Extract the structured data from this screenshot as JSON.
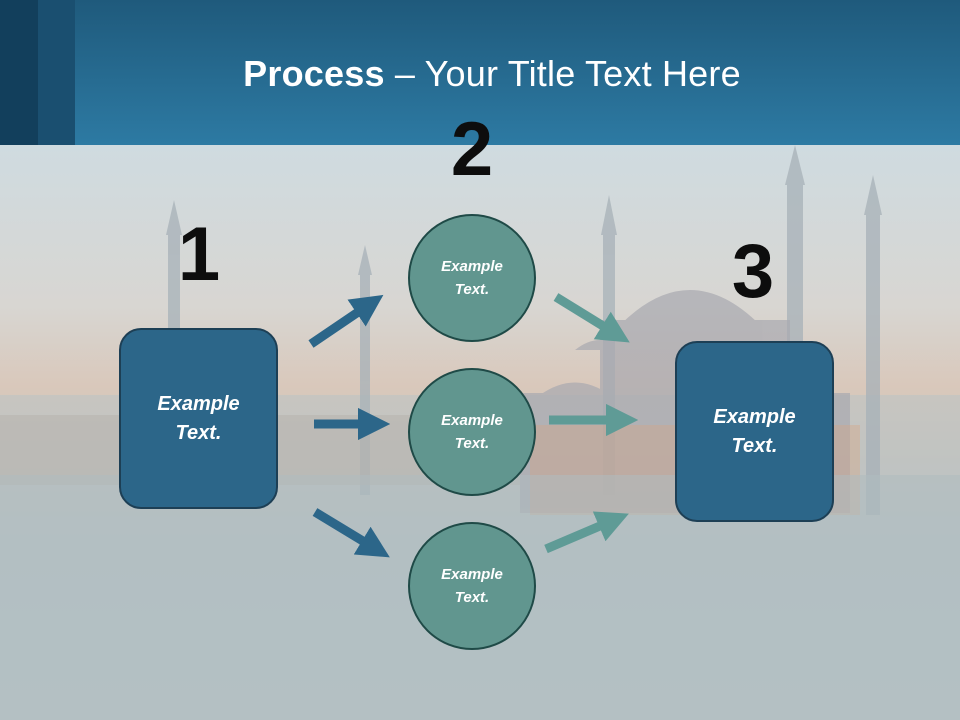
{
  "slide": {
    "title_bold": "Process",
    "title_rest": " – Your Title Text Here"
  },
  "steps": {
    "step1": {
      "number": "1",
      "text": "Example Text."
    },
    "step2": {
      "number": "2",
      "items": [
        {
          "text": "Example Text."
        },
        {
          "text": "Example Text."
        },
        {
          "text": "Example Text."
        }
      ]
    },
    "step3": {
      "number": "3",
      "text": "Example Text."
    }
  },
  "colors": {
    "header": "#2d7aa3",
    "box_fill": "#2c6689",
    "circle_fill": "#61968f",
    "arrow_blue": "#2c6689",
    "arrow_teal": "#5f9b96"
  }
}
